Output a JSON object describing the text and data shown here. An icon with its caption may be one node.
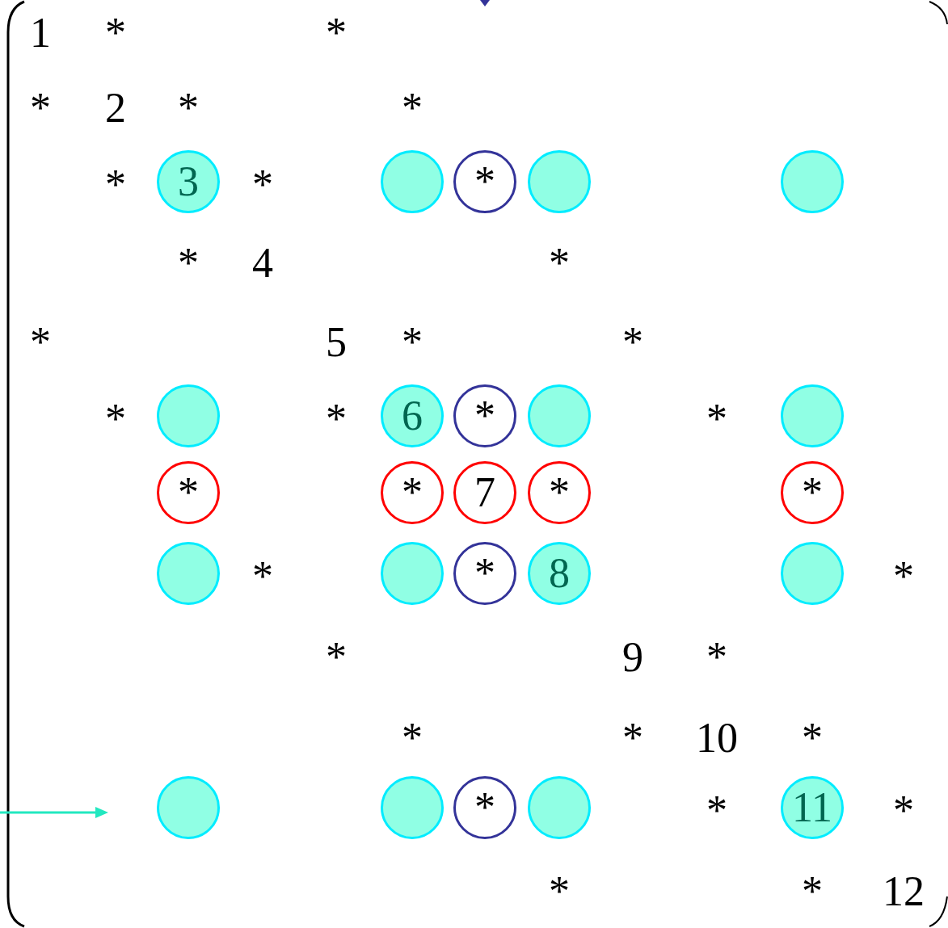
{
  "diagram": {
    "nodes": [
      {
        "text": [
          "3"
        ]
      },
      {
        "text": [],
        "shape": "circle"
      },
      {
        "text": [
          "*"
        ]
      },
      {
        "text": [],
        "shape": "circle"
      },
      {
        "text": [],
        "shape": "circle"
      },
      {
        "text": [],
        "shape": "circle"
      },
      {
        "text": [
          "6"
        ]
      },
      {
        "text": [
          "*"
        ]
      },
      {
        "text": [],
        "shape": "circle"
      },
      {
        "text": [],
        "shape": "circle"
      },
      {
        "text": [
          "*"
        ]
      },
      {
        "text": [
          "*"
        ]
      },
      {
        "text": [
          "7"
        ]
      },
      {
        "text": [
          "*"
        ]
      },
      {
        "text": [
          "*"
        ]
      },
      {
        "text": [],
        "shape": "circle"
      },
      {
        "text": [],
        "shape": "circle"
      },
      {
        "text": [
          "*"
        ]
      },
      {
        "text": [
          "8"
        ]
      },
      {
        "text": [],
        "shape": "circle"
      },
      {
        "text": [],
        "shape": "circle"
      },
      {
        "text": [],
        "shape": "circle"
      },
      {
        "text": [
          "*"
        ]
      },
      {
        "text": [],
        "shape": "circle"
      },
      {
        "text": [
          "11"
        ]
      }
    ],
    "labels": [
      "1",
      "*",
      "*",
      "*",
      "2",
      "*",
      "*",
      "*",
      "*",
      "*",
      "4",
      "*",
      "*",
      "5",
      "*",
      "*",
      "*",
      "*",
      "*",
      "*",
      "*",
      "*",
      "9",
      "*",
      "*",
      "*",
      "10",
      "*",
      "*",
      "*",
      "*",
      "*",
      "12"
    ]
  }
}
